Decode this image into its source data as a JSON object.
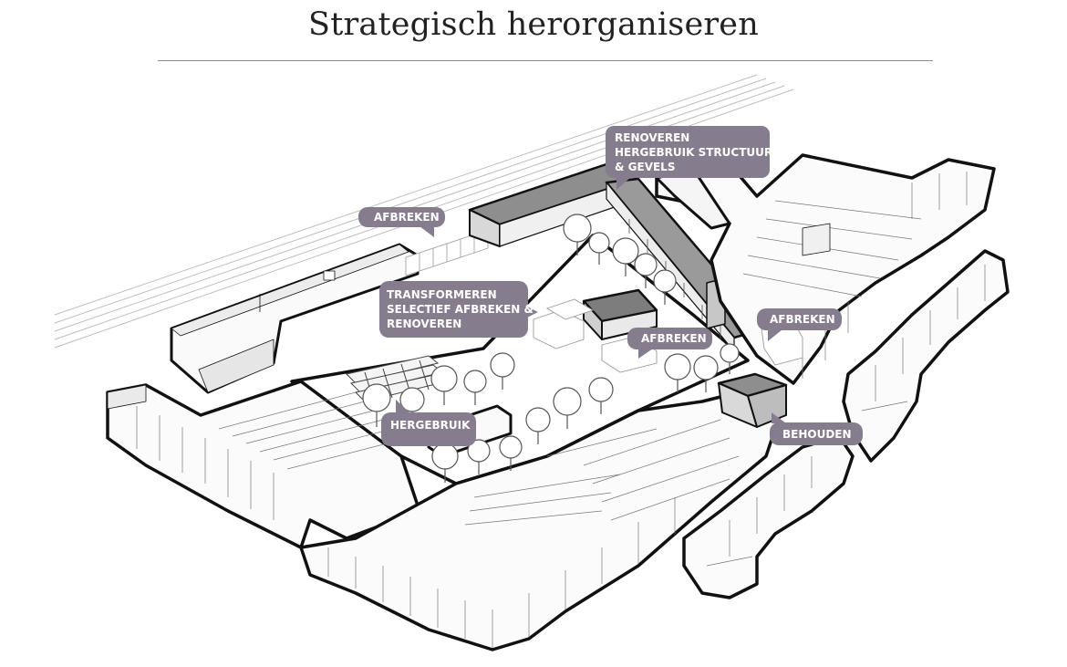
{
  "title": "Strategisch herorganiseren",
  "callouts": {
    "renoveren": [
      "RENOVEREN",
      "HERGEBRUIK STRUCTUUR",
      "& GEVELS"
    ],
    "afbreken_north": [
      "AFBREKEN"
    ],
    "transformeren": [
      "TRANSFORMEREN",
      "SELECTIEF AFBREKEN &",
      "RENOVEREN"
    ],
    "afbreken_east": [
      "AFBREKEN"
    ],
    "afbreken_center": [
      "AFBREKEN"
    ],
    "hergebruik": [
      "HERGEBRUIK"
    ],
    "behouden": [
      "BEHOUDEN"
    ]
  },
  "colors": {
    "callout": "#857c8e",
    "outline": "#111111",
    "highlight": "#8c8c8c",
    "roof_light": "#f7f7f7",
    "tree": "#555555"
  }
}
